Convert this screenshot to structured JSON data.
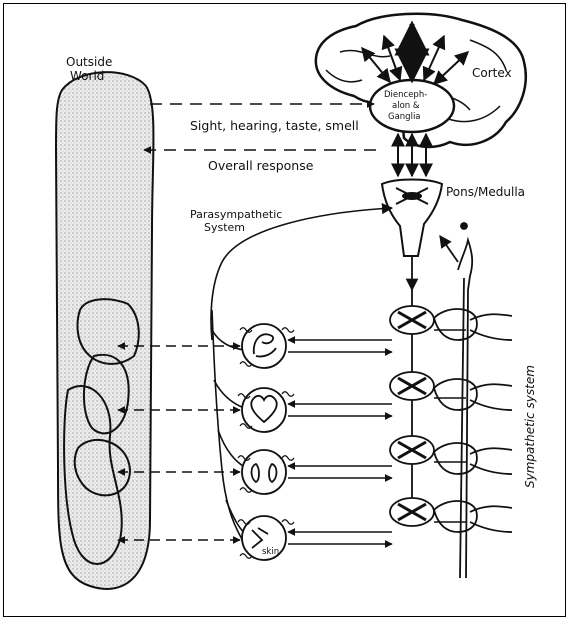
{
  "labels": {
    "outside_world_1": "Outside",
    "outside_world_2": "World",
    "cortex": "Cortex",
    "dienceph_1": "Dienceph-",
    "dienceph_2": "alon &",
    "dienceph_3": "Ganglia",
    "pons": "Pons/Medulla",
    "sensory": "Sight, hearing, taste, smell",
    "response": "Overall response",
    "parasym_1": "Parasympathetic",
    "parasym_2": "System",
    "sympathetic": "Sympathetic system",
    "skin": "skin"
  },
  "organs": [
    "muscle-organ",
    "heart-organ",
    "kidney-organ",
    "skin-organ"
  ],
  "colors": {
    "ink": "#111111",
    "stipple": "#e4e4e4",
    "background": "#ffffff"
  }
}
